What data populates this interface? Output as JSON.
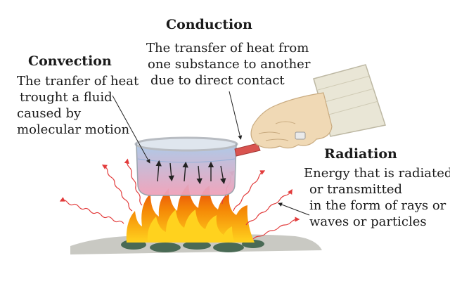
{
  "conduction": {
    "title": "Conduction",
    "lines": [
      "The transfer of heat from",
      "one substance to another",
      "due to direct contact"
    ]
  },
  "convection": {
    "title": "Convection",
    "lines": [
      "The tranfer of heat",
      "trought a fluid",
      "caused by",
      "molecular motion"
    ]
  },
  "radiation": {
    "title": "Radiation",
    "lines": [
      "Energy that is radiated",
      "or transmitted",
      "in the form of rays or",
      "waves or particles"
    ]
  },
  "colors": {
    "wave": "#e23b3b",
    "water_top": "#a8c8e8",
    "water_bottom": "#f0a0b8",
    "pot_rim": "#b8bcc2",
    "handle": "#d9534f",
    "flame_outer": "#f25c05",
    "flame_inner": "#ffd21e",
    "ember": "#4a6a55",
    "sleeve": "#e9e6d6",
    "skin": "#f0d9b5"
  }
}
